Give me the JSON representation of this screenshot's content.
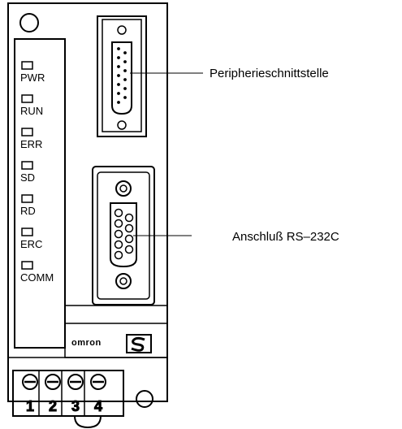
{
  "leds": [
    {
      "label": "PWR"
    },
    {
      "label": "RUN"
    },
    {
      "label": "ERR"
    },
    {
      "label": "SD"
    },
    {
      "label": "RD"
    },
    {
      "label": "ERC"
    },
    {
      "label": "COMM"
    }
  ],
  "callouts": {
    "peripheral": "Peripherieschnittstelle",
    "rs232": "Anschluß RS–232C"
  },
  "brand": "omron",
  "terminals": [
    "1",
    "2",
    "3",
    "4"
  ]
}
